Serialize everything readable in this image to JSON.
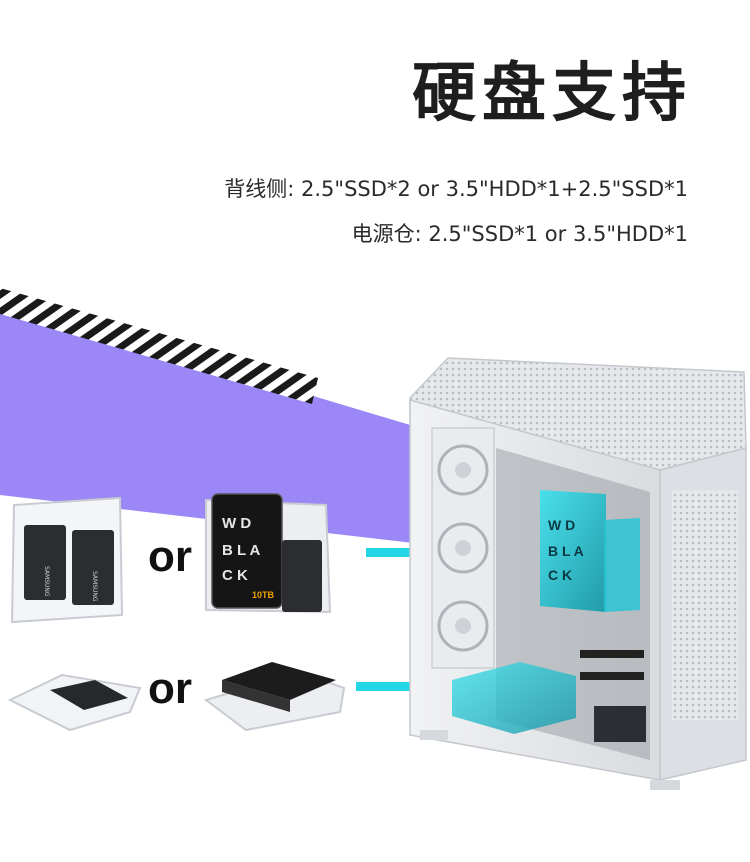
{
  "heading": "硬盘支持",
  "specs": {
    "back_side": "背线侧:  2.5\"SSD*2 or 3.5\"HDD*1+2.5\"SSD*1",
    "psu_chamber": "电源仓:  2.5\"SSD*1 or 3.5\"HDD*1"
  },
  "options": {
    "or_upper": "or",
    "or_lower": "or"
  },
  "colors": {
    "accent_purple": "#9b87f5",
    "arrow_cyan": "#22d6e6",
    "highlight_teal": "#1fb9c9"
  }
}
